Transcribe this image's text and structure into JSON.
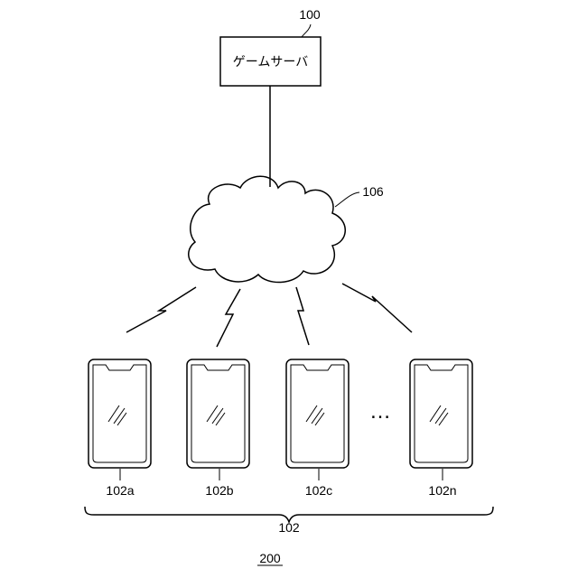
{
  "server": {
    "label": "ゲームサーバ",
    "ref": "100"
  },
  "network": {
    "ref": "106"
  },
  "terminals": [
    {
      "ref": "102a"
    },
    {
      "ref": "102b"
    },
    {
      "ref": "102c"
    },
    {
      "ref": "102n"
    }
  ],
  "ellipsis": "…",
  "terminal_group": {
    "ref": "102"
  },
  "system": {
    "ref": "200"
  }
}
